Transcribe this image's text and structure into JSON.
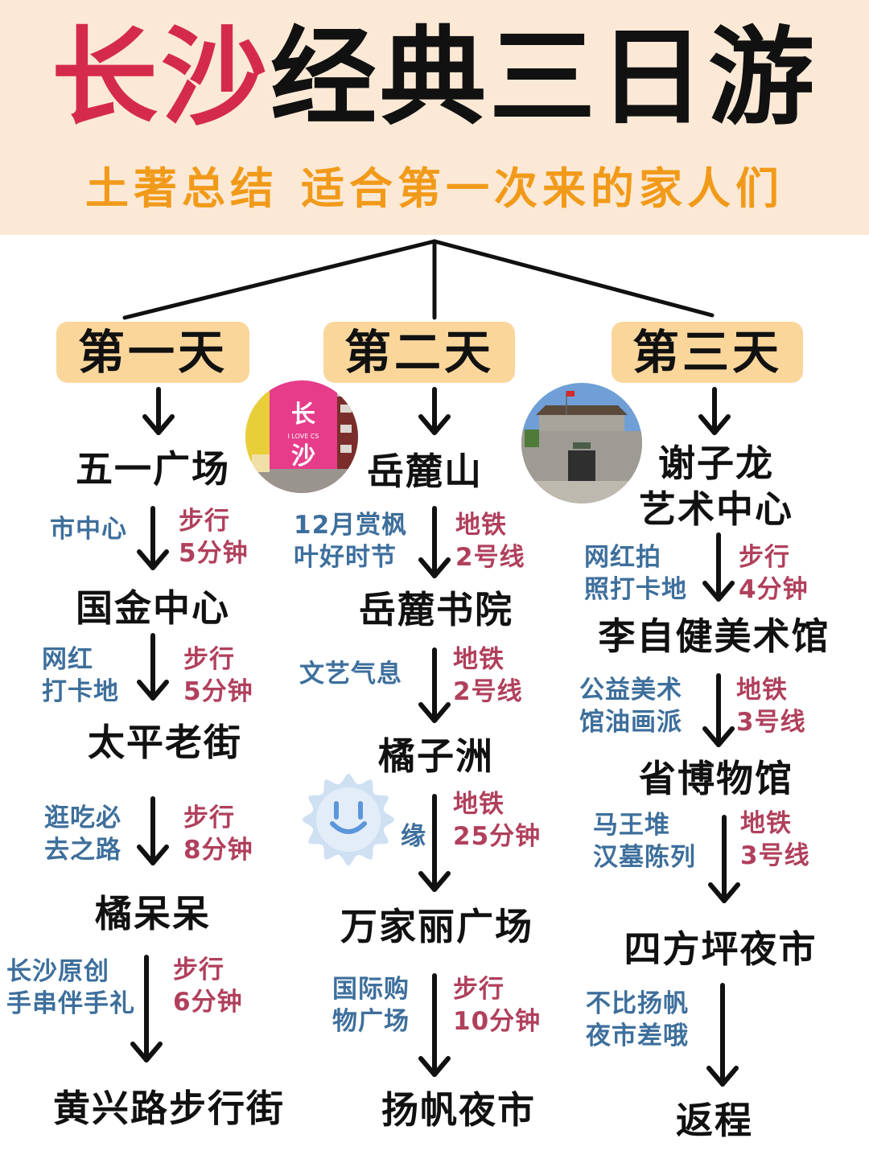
{
  "title": {
    "part1": "长沙",
    "part2": "经典三日游"
  },
  "subtitle": {
    "part1": "土著总结",
    "part2": "适合第一次来的家人们"
  },
  "photo1": {
    "line1": "长",
    "line2": "I LOVE CS",
    "line3": "沙"
  },
  "day1": {
    "label": "第一天",
    "stops": [
      "五一广场",
      "国金中心",
      "太平老街",
      "橘呆呆",
      "黄兴路步行街"
    ],
    "legs": [
      {
        "note": [
          "市中心"
        ],
        "transport": [
          "步行",
          "5分钟"
        ]
      },
      {
        "note": [
          "网红",
          "打卡地"
        ],
        "transport": [
          "步行",
          "5分钟"
        ]
      },
      {
        "note": [
          "逛吃必",
          "去之路"
        ],
        "transport": [
          "步行",
          "8分钟"
        ]
      },
      {
        "note": [
          "长沙原创",
          "手串伴手礼"
        ],
        "transport": [
          "步行",
          "6分钟"
        ]
      }
    ]
  },
  "day2": {
    "label": "第二天",
    "stops": [
      "岳麓山",
      "岳麓书院",
      "橘子洲",
      "万家丽广场",
      "扬帆夜市"
    ],
    "legs": [
      {
        "note": [
          "12月赏枫",
          "叶好时节"
        ],
        "transport": [
          "地铁",
          "2号线"
        ]
      },
      {
        "note": [
          "文艺气息"
        ],
        "transport": [
          "地铁",
          "2号线"
        ]
      },
      {
        "note": [
          "",
          "缘"
        ],
        "transport": [
          "地铁",
          "25分钟"
        ]
      },
      {
        "note": [
          "国际购",
          "物广场"
        ],
        "transport": [
          "步行",
          "10分钟"
        ]
      }
    ]
  },
  "day3": {
    "label": "第三天",
    "stops": [
      [
        "谢子龙",
        "艺术中心"
      ],
      "李自健美术馆",
      "省博物馆",
      "四方坪夜市",
      "返程"
    ],
    "legs": [
      {
        "note": [
          "网红拍",
          "照打卡地"
        ],
        "transport": [
          "步行",
          "4分钟"
        ]
      },
      {
        "note": [
          "公益美术",
          "馆油画派"
        ],
        "transport": [
          "地铁",
          "3号线"
        ]
      },
      {
        "note": [
          "马王堆",
          "汉墓陈列"
        ],
        "transport": [
          "地铁",
          "3号线"
        ]
      },
      {
        "note": [
          "不比扬帆",
          "夜市差哦"
        ],
        "transport": []
      }
    ]
  },
  "colors": {
    "title_red": "#d52b4a",
    "subtitle_orange": "#f19a1a",
    "banner_bg": "#fbe9d6",
    "day_badge": "#fbd69b",
    "note_blue": "#3e6f9c",
    "transport_red": "#b0405c"
  }
}
